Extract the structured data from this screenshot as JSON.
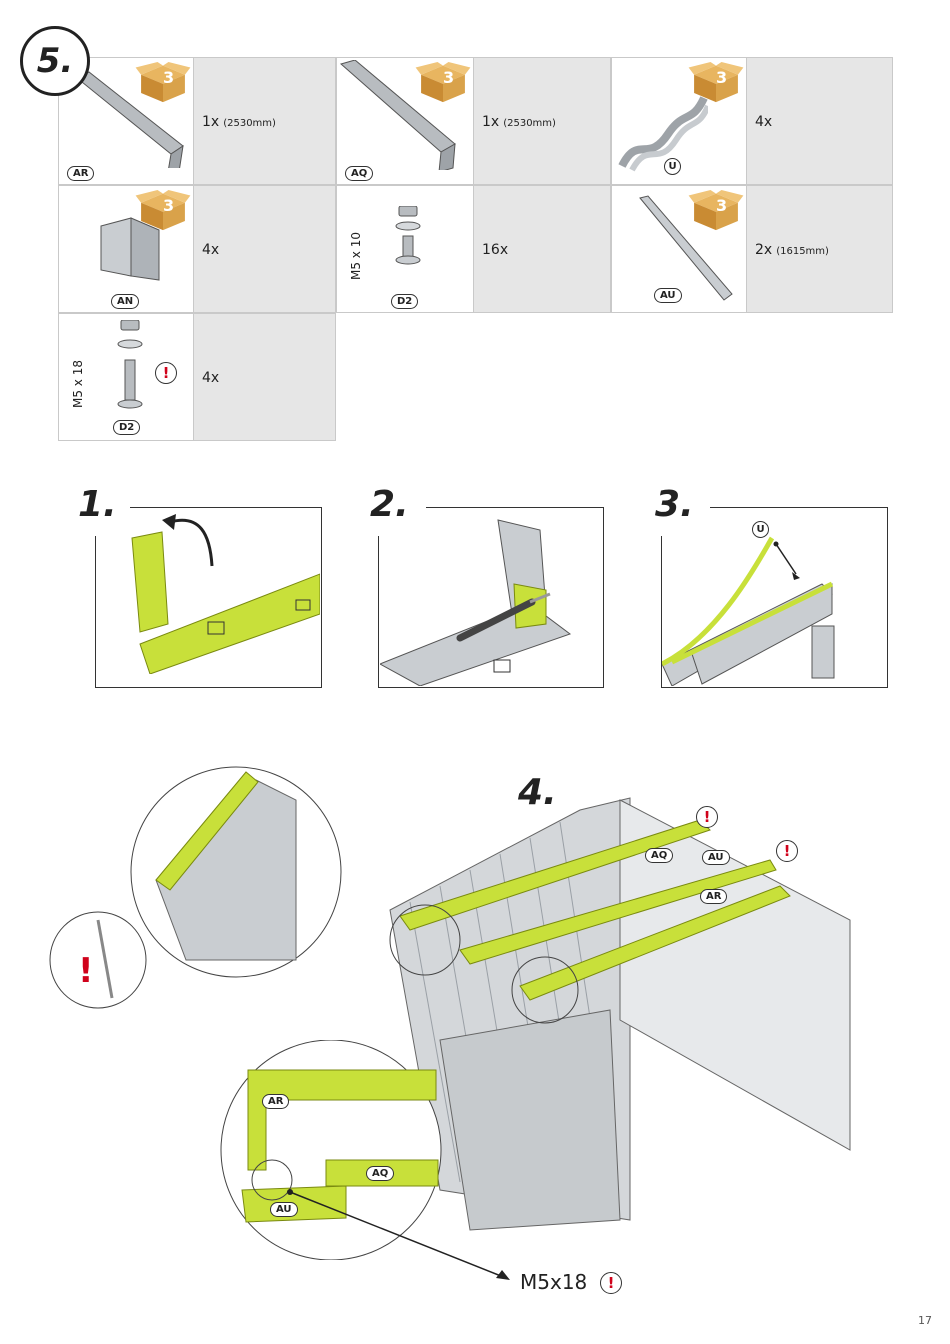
{
  "step_number": "5.",
  "box_number": "3",
  "parts": [
    {
      "code": "AR",
      "qty": "1x",
      "size": "(2530mm)"
    },
    {
      "code": "AQ",
      "qty": "1x",
      "size": "(2530mm)"
    },
    {
      "code": "U",
      "qty": "4x",
      "size": ""
    },
    {
      "code": "AN",
      "qty": "4x",
      "size": ""
    },
    {
      "code": "D2",
      "qty": "16x",
      "size": "",
      "screw_label": "M5 x 10"
    },
    {
      "code": "AU",
      "qty": "2x",
      "size": "(1615mm)"
    },
    {
      "code": "D2",
      "qty": "4x",
      "size": "",
      "screw_label": "M5 x 18"
    }
  ],
  "substeps": [
    "1.",
    "2.",
    "3.",
    "4."
  ],
  "substep3_part": "U",
  "step4_labels": {
    "aq": "AQ",
    "au": "AU",
    "ar": "AR"
  },
  "detail_labels": {
    "ar": "AR",
    "aq": "AQ",
    "au": "AU"
  },
  "warning_mark": "!",
  "screw_callout": "M5x18",
  "page_number": "17",
  "colors": {
    "accent": "#c8e03a",
    "warning": "#d0021b",
    "box": "#d9a24a",
    "metal": "#bfc3c7"
  }
}
